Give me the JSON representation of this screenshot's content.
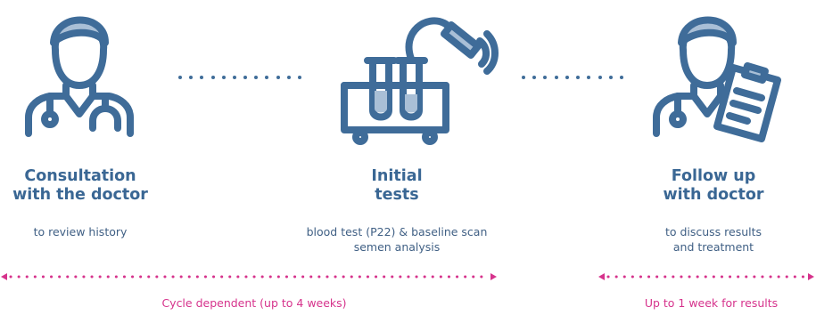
{
  "steps": [
    {
      "title_line1": "Consultation",
      "title_line2": "with the doctor",
      "desc_line1": "to review history",
      "desc_line2": ""
    },
    {
      "title_line1": "Initial",
      "title_line2": "tests",
      "desc_line1": "blood test (P22) & baseline scan",
      "desc_line2": "semen analysis"
    },
    {
      "title_line1": "Follow up",
      "title_line2": "with doctor",
      "desc_line1": "to discuss results",
      "desc_line2": "and treatment"
    }
  ],
  "timelines": [
    {
      "label": "Cycle dependent (up to 4 weeks)"
    },
    {
      "label": "Up to 1 week for results"
    }
  ],
  "icons": [
    "doctor-icon",
    "test-tubes-icon",
    "doctor-clipboard-icon"
  ],
  "colors": {
    "icon_blue": "#3f6c99",
    "icon_light": "#a9bfd6",
    "title_blue": "#3a6794",
    "text_blue": "#3f5f84",
    "timeline_pink": "#d6338c"
  }
}
